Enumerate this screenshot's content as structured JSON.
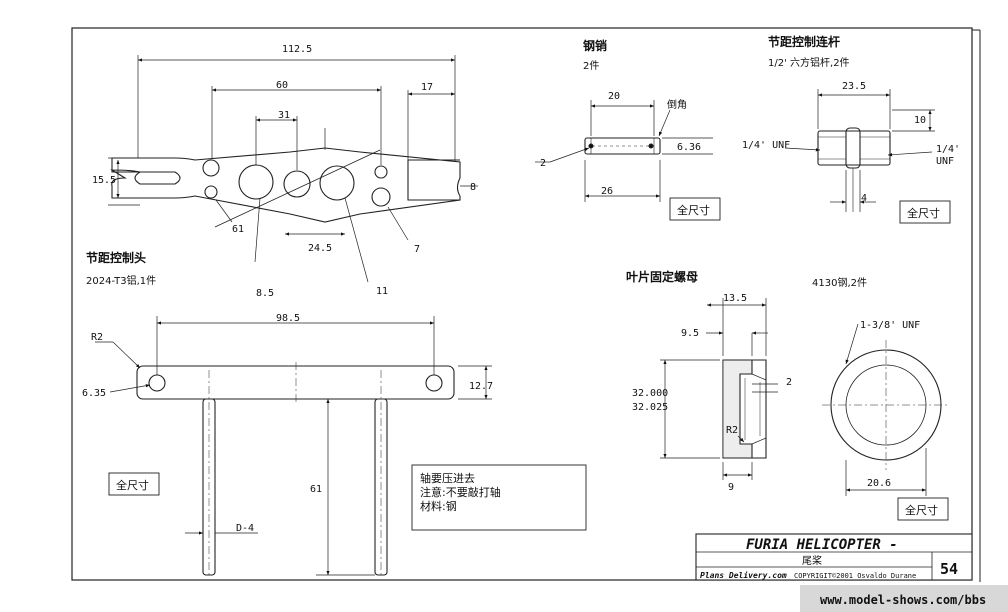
{
  "parts": {
    "pitch_head": {
      "title": "节距控制头",
      "spec": "2024-T3铝,1件",
      "dims": [
        "112.5",
        "60",
        "31",
        "17",
        "15.5",
        "8",
        "61",
        "24.5",
        "7",
        "8.5",
        "11"
      ],
      "side_dims": [
        "98.5",
        "R2",
        "6.35",
        "12.7",
        "61",
        "D-4"
      ],
      "full_size": "全尺寸",
      "note": [
        "轴要压进去",
        "注意:不要敲打轴",
        "材料:钢"
      ]
    },
    "pin": {
      "title": "钢销",
      "qty": "2件",
      "dims": [
        "20",
        "倒角",
        "2",
        "6.36",
        "26"
      ],
      "full_size": "全尺寸"
    },
    "link": {
      "title": "节距控制连杆",
      "spec": "1/2' 六方铝杆,2件",
      "dims": [
        "23.5",
        "10",
        "1/4' UNF",
        "1/4'",
        "UNF",
        "4"
      ],
      "full_size": "全尺寸"
    },
    "nut": {
      "title": "叶片固定螺母",
      "spec": "4130钢,2件",
      "dims": [
        "13.5",
        "9.5",
        "2",
        "32.000",
        "32.025",
        "R2",
        "9",
        "1-3/8' UNF",
        "20.6"
      ],
      "full_size": "全尺寸"
    }
  },
  "title_block": {
    "name": "FURIA HELICOPTER -",
    "subtitle": "尾桨",
    "company": "Plans Delivery.com",
    "copyright": "COPYRIGIT©2001 Osvaldo Durane",
    "page": "54"
  },
  "watermark": "www.model-shows.com/bbs"
}
